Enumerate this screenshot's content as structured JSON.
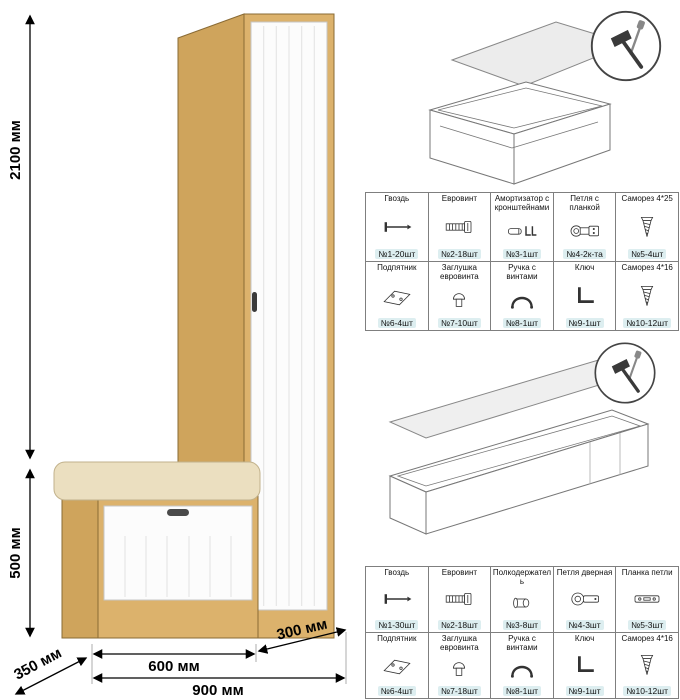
{
  "dimensions": {
    "total_height": "2100 мм",
    "bench_height": "500 мм",
    "depth": "350 мм",
    "bench_width": "600 мм",
    "cabinet_width": "300 мм",
    "total_width": "900 мм"
  },
  "colors": {
    "wood": "#dcb26c",
    "wood_shade": "#cfa45c",
    "door_white": "#fcfcfc",
    "cushion": "#ebdfc0",
    "count_badge": "#ddeef0"
  },
  "icons": {
    "assembly_tools": "hammer-screwdriver-icon"
  },
  "kit_top": {
    "cells": [
      {
        "name": "Гвоздь",
        "count": "№1-20шт",
        "icon": "nail-icon"
      },
      {
        "name": "Евровинт",
        "count": "№2-18шт",
        "icon": "euroscrew-icon"
      },
      {
        "name": "Амортизатор с кронштейнами",
        "count": "№3-1шт",
        "icon": "damper-icon"
      },
      {
        "name": "Петля с планкой",
        "count": "№4-2к-та",
        "icon": "hinge-plate-icon"
      },
      {
        "name": "Саморез 4*25",
        "count": "№5-4шт",
        "icon": "screw-icon"
      },
      {
        "name": "Подпятник",
        "count": "№6-4шт",
        "icon": "footpad-icon"
      },
      {
        "name": "Заглушка евровинта",
        "count": "№7-10шт",
        "icon": "cap-icon"
      },
      {
        "name": "Ручка с винтами",
        "count": "№8-1шт",
        "icon": "handle-icon"
      },
      {
        "name": "Ключ",
        "count": "№9-1шт",
        "icon": "key-icon"
      },
      {
        "name": "Саморез 4*16",
        "count": "№10-12шт",
        "icon": "screw-icon"
      }
    ]
  },
  "kit_bottom": {
    "cells": [
      {
        "name": "Гвоздь",
        "count": "№1-30шт",
        "icon": "nail-icon"
      },
      {
        "name": "Евровинт",
        "count": "№2-18шт",
        "icon": "euroscrew-icon"
      },
      {
        "name": "Полкодержатель",
        "count": "№3-8шт",
        "icon": "shelf-pin-icon"
      },
      {
        "name": "Петля дверная",
        "count": "№4-3шт",
        "icon": "door-hinge-icon"
      },
      {
        "name": "Планка петли",
        "count": "№5-3шт",
        "icon": "hinge-strip-icon"
      },
      {
        "name": "Подпятник",
        "count": "№6-4шт",
        "icon": "footpad-icon"
      },
      {
        "name": "Заглушка евровинта",
        "count": "№7-18шт",
        "icon": "cap-icon"
      },
      {
        "name": "Ручка с винтами",
        "count": "№8-1шт",
        "icon": "handle-icon"
      },
      {
        "name": "Ключ",
        "count": "№9-1шт",
        "icon": "key-icon"
      },
      {
        "name": "Саморез 4*16",
        "count": "№10-12шт",
        "icon": "screw-icon"
      }
    ]
  }
}
